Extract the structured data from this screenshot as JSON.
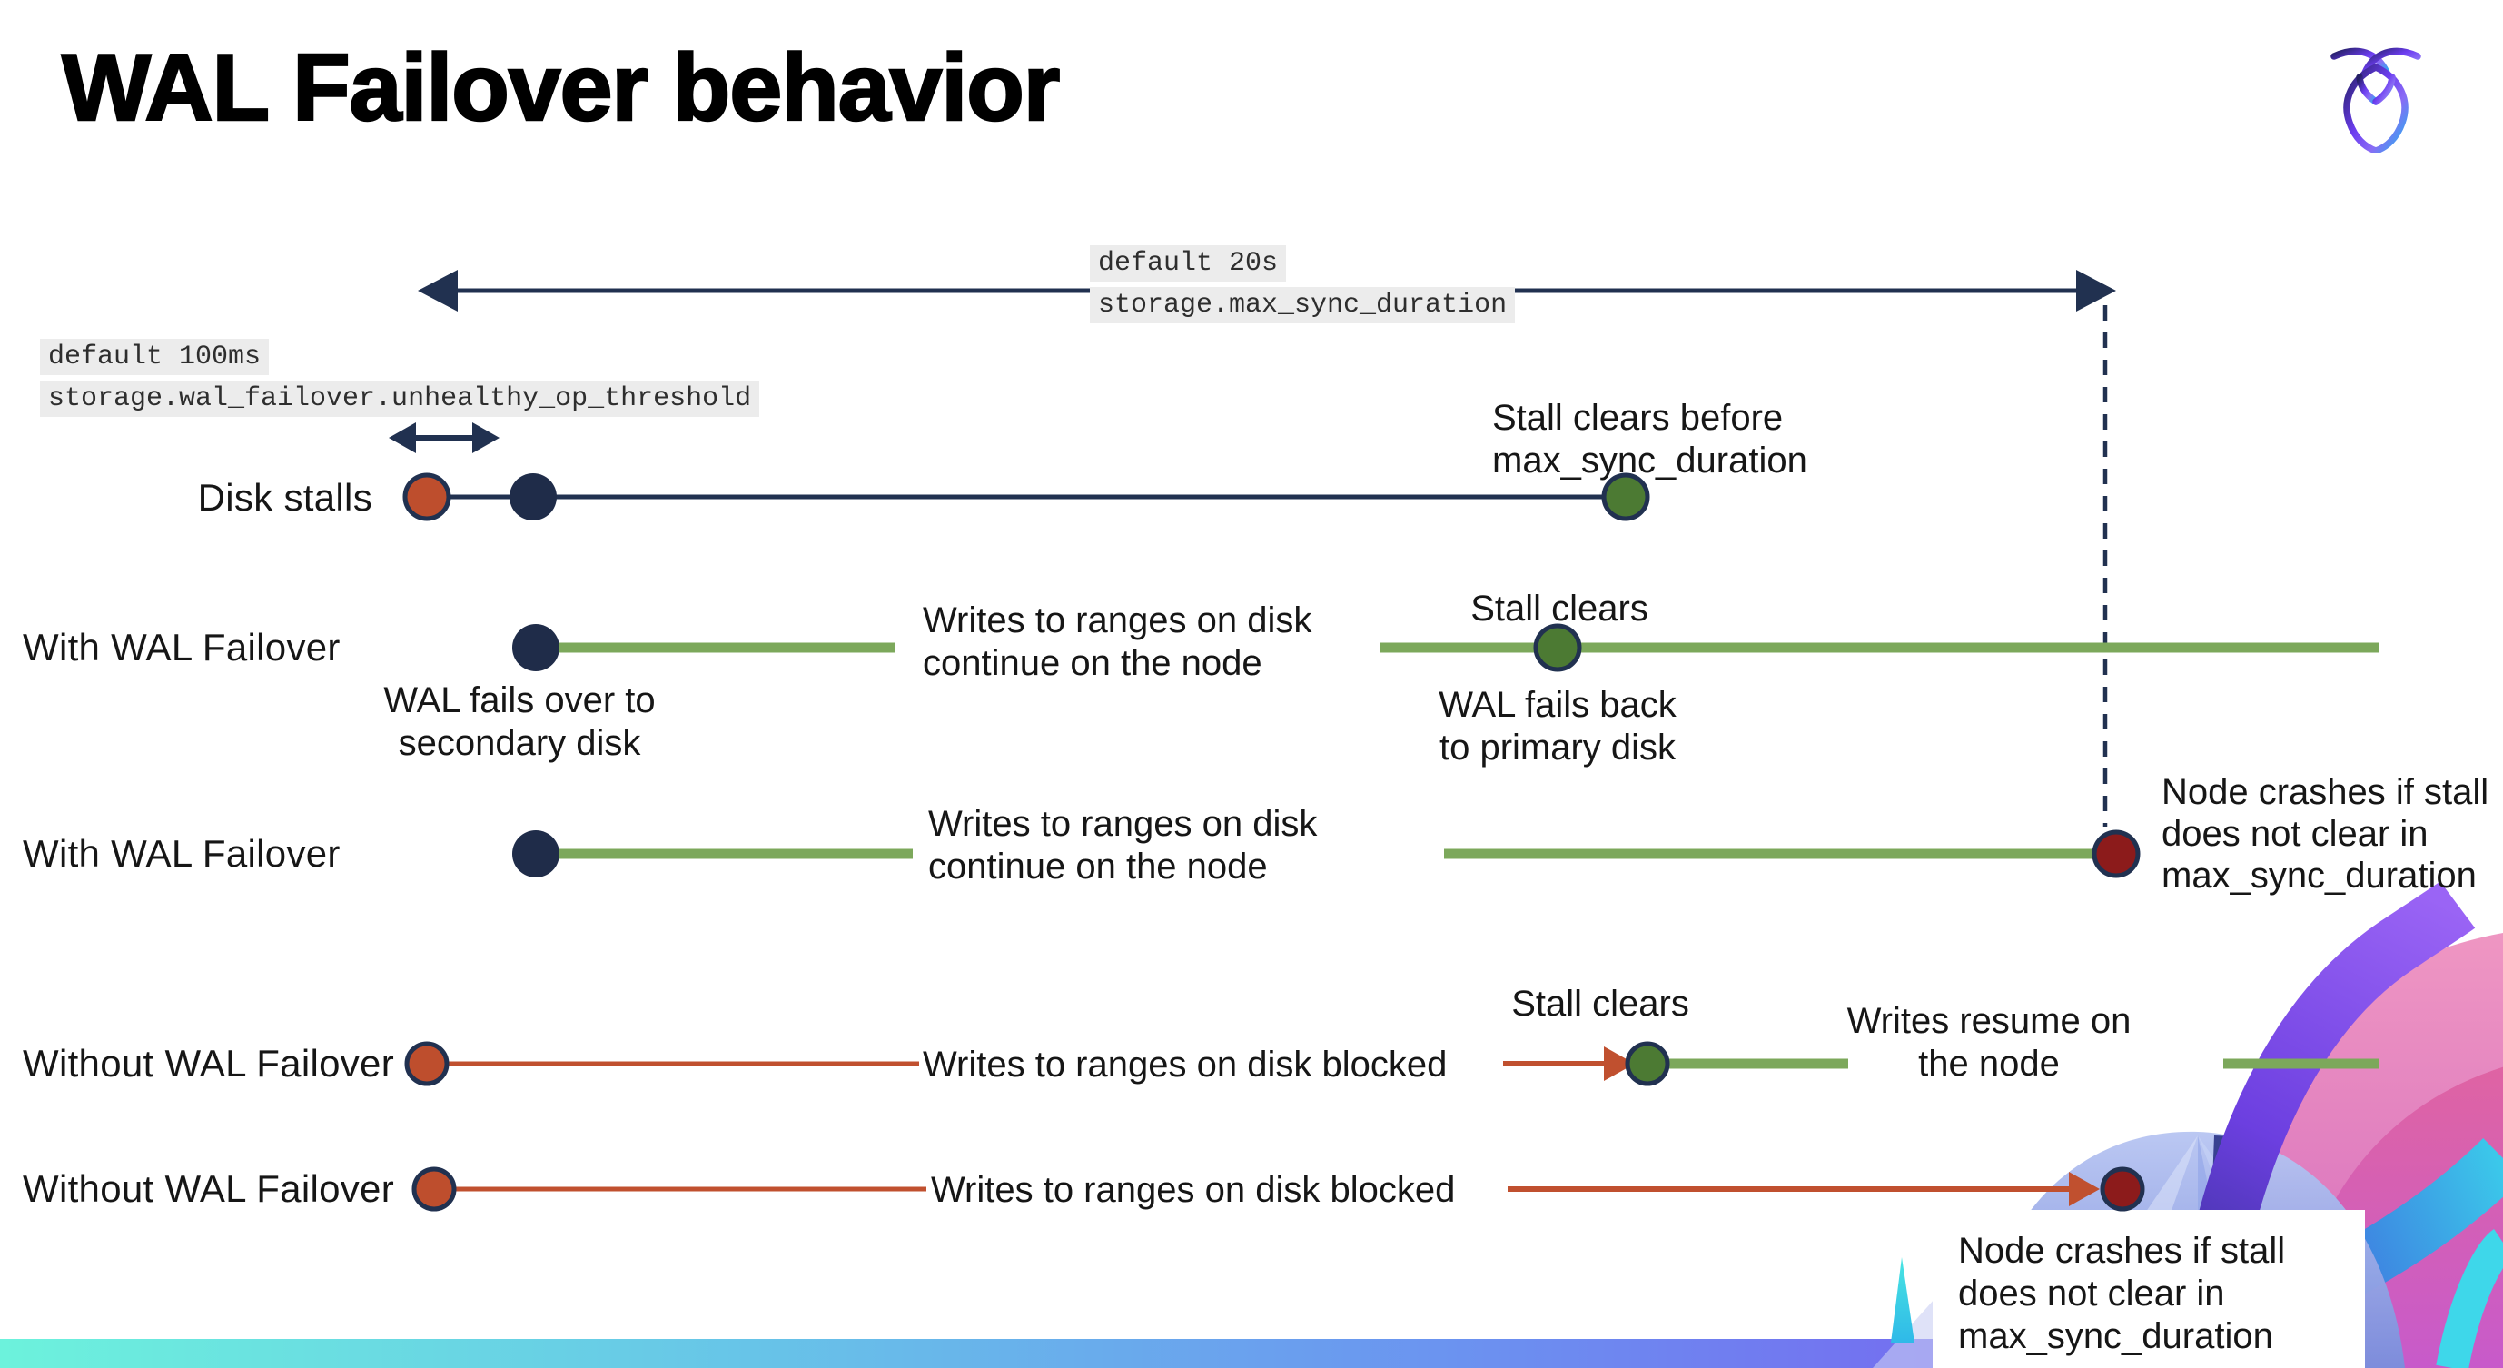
{
  "title": "WAL Failover behavior",
  "brand": {
    "logo": "cockroach-labs-mark"
  },
  "settings": {
    "max_sync": {
      "default": "default 20s",
      "name": "storage.max_sync_duration"
    },
    "threshold": {
      "default": "default 100ms",
      "name": "storage.wal_failover.unhealthy_op_threshold"
    }
  },
  "rows": [
    {
      "label": "Disk stalls"
    },
    {
      "label": "With WAL Failover"
    },
    {
      "label": "With WAL Failover"
    },
    {
      "label": "Without WAL Failover"
    },
    {
      "label": "Without WAL Failover"
    }
  ],
  "annotations": {
    "stall_clears_before": "Stall clears before\nmax_sync_duration",
    "writes_continue_row2": "Writes to ranges on disk\ncontinue on the node",
    "stall_clears_row2": "Stall clears",
    "wal_fails_over": "WAL fails over to\nsecondary disk",
    "wal_fails_back": "WAL fails  back\nto primary disk",
    "writes_continue_row3": "Writes to ranges on disk\ncontinue on the node",
    "node_crashes_row3": "Node crashes if stall\ndoes not clear in\nmax_sync_duration",
    "writes_blocked_row4": "Writes to ranges on disk  blocked",
    "stall_clears_row4": "Stall clears",
    "writes_resume": "Writes resume on\nthe node",
    "writes_blocked_row5": "Writes to ranges on disk  blocked",
    "node_crashes_row5": "Node crashes if stall\ndoes not clear in\nmax_sync_duration"
  },
  "colors": {
    "navy": "#213150",
    "green_line": "#7CA85B",
    "green_dot": "#4C7A33",
    "red_orange_dot": "#BE4E2D",
    "dark_red_dot": "#8C1B1B",
    "red_line": "#C0502F",
    "label_bg": "#ECECEC",
    "bar_gradient": [
      "#6CF2DC",
      "#6B93F0",
      "#9A5BEF"
    ]
  }
}
